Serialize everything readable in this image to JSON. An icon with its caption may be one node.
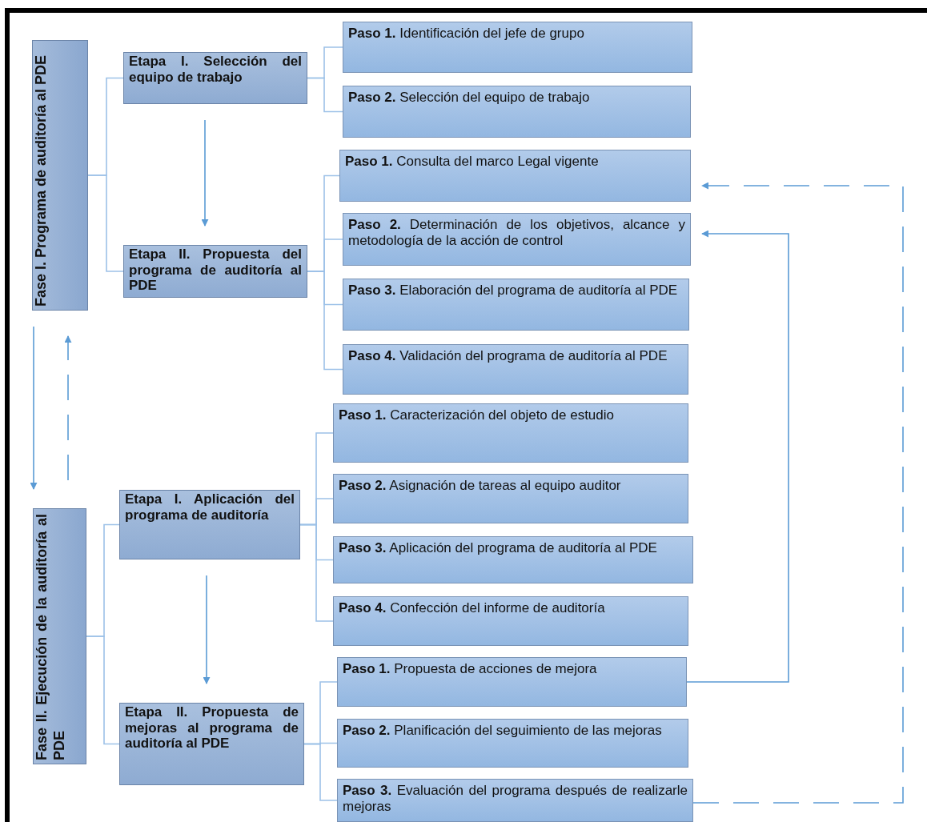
{
  "diagram": {
    "nodes": [
      {
        "text": [
          "Fase I. Programa de auditoría al PDE"
        ]
      },
      {
        "text": [
          "Etapa I. Selección del equipo de trabajo"
        ]
      },
      {
        "text": [
          "Etapa II. Propuesta del programa de auditoría al PDE"
        ]
      },
      {
        "text": [
          "**Paso 1.** Identificación del jefe de grupo"
        ]
      },
      {
        "text": [
          "**Paso 2.** Selección del equipo de trabajo"
        ]
      },
      {
        "text": [
          "**Paso 1.** Consulta del marco Legal vigente"
        ]
      },
      {
        "text": [
          "**Paso 2.** Determinación de los objetivos, alcance y metodología de la acción de control"
        ]
      },
      {
        "text": [
          "**Paso 3.** Elaboración del programa de auditoría al PDE"
        ]
      },
      {
        "text": [
          "**Paso 4.** Validación del programa de auditoría al PDE"
        ]
      },
      {
        "text": [
          "Fase II. Ejecución de la auditoría al PDE"
        ]
      },
      {
        "text": [
          "Etapa I. Aplicación del programa de auditoría"
        ]
      },
      {
        "text": [
          "Etapa II. Propuesta de mejoras al programa de auditoría al PDE"
        ]
      },
      {
        "text": [
          "**Paso 1.** Caracterización del objeto de estudio"
        ]
      },
      {
        "text": [
          "**Paso 2.** Asignación de tareas al equipo auditor"
        ]
      },
      {
        "text": [
          "**Paso 3.** Aplicación del programa de auditoría al PDE"
        ]
      },
      {
        "text": [
          "**Paso 4.** Confección del informe de auditoría"
        ]
      },
      {
        "text": [
          "**Paso 1.** Propuesta de acciones de mejora"
        ]
      },
      {
        "text": [
          "**Paso 2.** Planificación del seguimiento de las mejoras"
        ]
      },
      {
        "text": [
          "**Paso 3.** Evaluación del programa después de realizarle mejoras"
        ]
      }
    ],
    "edges": [
      {
        "from": 0,
        "to": 1,
        "arrow": "none"
      },
      {
        "from": 0,
        "to": 2,
        "arrow": "none"
      },
      {
        "from": 1,
        "to": 3,
        "arrow": "none"
      },
      {
        "from": 1,
        "to": 4,
        "arrow": "none"
      },
      {
        "from": 2,
        "to": 5,
        "arrow": "none"
      },
      {
        "from": 2,
        "to": 6,
        "arrow": "none"
      },
      {
        "from": 2,
        "to": 7,
        "arrow": "none"
      },
      {
        "from": 2,
        "to": 8,
        "arrow": "none"
      },
      {
        "from": 1,
        "to": 2,
        "arrow": "to"
      },
      {
        "from": 0,
        "to": 9,
        "arrow": "to"
      },
      {
        "from": 9,
        "to": 0,
        "arrow": "to",
        "style": "dashed"
      },
      {
        "from": 9,
        "to": 10,
        "arrow": "none"
      },
      {
        "from": 9,
        "to": 11,
        "arrow": "none"
      },
      {
        "from": 10,
        "to": 12,
        "arrow": "none"
      },
      {
        "from": 10,
        "to": 13,
        "arrow": "none"
      },
      {
        "from": 10,
        "to": 14,
        "arrow": "none"
      },
      {
        "from": 10,
        "to": 15,
        "arrow": "none"
      },
      {
        "from": 10,
        "to": 11,
        "arrow": "to"
      },
      {
        "from": 11,
        "to": 16,
        "arrow": "none"
      },
      {
        "from": 11,
        "to": 17,
        "arrow": "none"
      },
      {
        "from": 11,
        "to": 18,
        "arrow": "none"
      },
      {
        "from": 16,
        "to": 6,
        "arrow": "to"
      },
      {
        "from": 18,
        "to": 5,
        "arrow": "to",
        "style": "dashed"
      }
    ]
  }
}
